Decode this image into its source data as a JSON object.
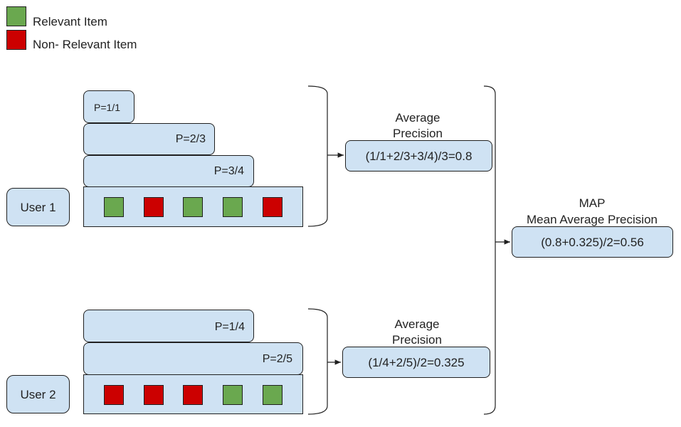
{
  "legend": {
    "items": [
      {
        "label": "Relevant Item",
        "color": "#6aa84f"
      },
      {
        "label": "Non- Relevant Item",
        "color": "#cc0000"
      }
    ]
  },
  "colors": {
    "relevant": "#6aa84f",
    "non_relevant": "#cc0000",
    "box_fill": "#cfe2f3"
  },
  "user1": {
    "label": "User 1",
    "items": [
      "relevant",
      "non_relevant",
      "relevant",
      "relevant",
      "non_relevant"
    ],
    "precisions": [
      "P=1/1",
      "P=2/3",
      "P=3/4"
    ],
    "ap_title_line1": "Average",
    "ap_title_line2": "Precision",
    "ap_formula": "(1/1+2/3+3/4)/3=0.8"
  },
  "user2": {
    "label": "User 2",
    "items": [
      "non_relevant",
      "non_relevant",
      "non_relevant",
      "relevant",
      "relevant"
    ],
    "precisions": [
      "P=1/4",
      "P=2/5"
    ],
    "ap_title_line1": "Average",
    "ap_title_line2": "Precision",
    "ap_formula": "(1/4+2/5)/2=0.325"
  },
  "map": {
    "title_line1": "MAP",
    "title_line2": "Mean Average Precision",
    "formula": "(0.8+0.325)/2=0.56"
  }
}
